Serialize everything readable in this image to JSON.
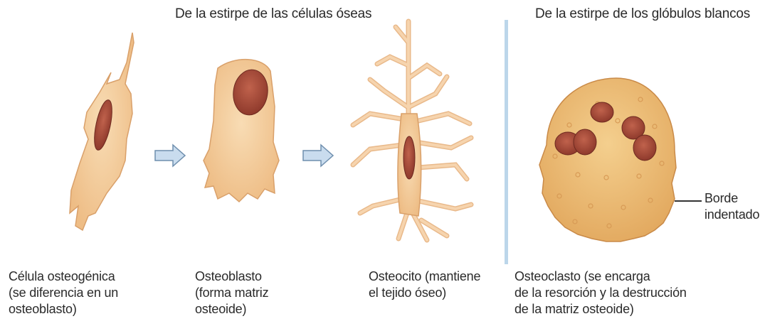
{
  "headers": {
    "bone_lineage": "De la estirpe de las células óseas",
    "wbc_lineage": "De la estirpe de los glóbulos blancos"
  },
  "cells": [
    {
      "name": "Célula osteogénica",
      "caption": "Célula osteogénica\n(se diferencia en un\nosteoblasto)"
    },
    {
      "name": "Osteoblasto",
      "caption": "Osteoblasto\n(forma matriz\nosteoide)"
    },
    {
      "name": "Osteocito",
      "caption": "Osteocito (mantiene\nel tejido óseo)"
    },
    {
      "name": "Osteoclasto",
      "caption": "Osteoclasto (se encarga\nde la resorción y la destrucción\nde la matriz osteoide)"
    }
  ],
  "annotations": {
    "ruffled_border": "Borde\nindentado"
  },
  "colors": {
    "cytoplasm": "#f3cf9e",
    "cytoplasm_outline": "#d9a06a",
    "nucleus": "#a64a3a",
    "nucleus_outline": "#6e2a20",
    "osteoclast": "#eec07a",
    "arrow_fill": "#c9dcee",
    "arrow_stroke": "#6f8fae",
    "divider": "#bcd6ea"
  }
}
